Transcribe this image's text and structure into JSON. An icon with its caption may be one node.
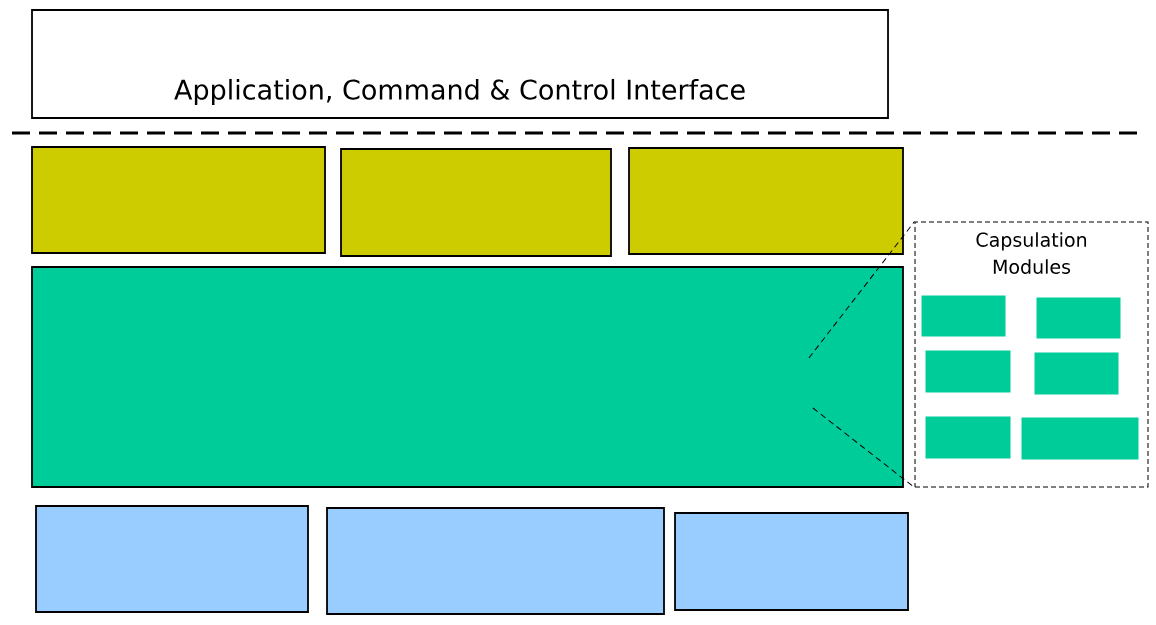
{
  "diagram": {
    "nodes": [
      {
        "text": [
          "Application, Command & Control Interface"
        ]
      },
      {
        "text": [],
        "shape": "box"
      },
      {
        "text": [],
        "shape": "box"
      },
      {
        "text": [],
        "shape": "box"
      },
      {
        "text": [],
        "shape": "box"
      },
      {
        "text": [
          "Capsulation Modules"
        ]
      },
      {
        "text": [],
        "shape": "box",
        "in": 5
      },
      {
        "text": [],
        "shape": "box",
        "in": 5
      },
      {
        "text": [],
        "shape": "box",
        "in": 5
      },
      {
        "text": [],
        "shape": "box",
        "in": 5
      },
      {
        "text": [],
        "shape": "box",
        "in": 5
      },
      {
        "text": [],
        "shape": "box",
        "in": 5
      },
      {
        "text": [],
        "shape": "box"
      },
      {
        "text": [],
        "shape": "box"
      },
      {
        "text": [],
        "shape": "box"
      }
    ],
    "edges": [
      {
        "from": 4,
        "to": 5,
        "arrow": "none",
        "style": "dashed"
      },
      {
        "from": 4,
        "to": 5,
        "arrow": "none",
        "style": "dashed"
      }
    ]
  }
}
